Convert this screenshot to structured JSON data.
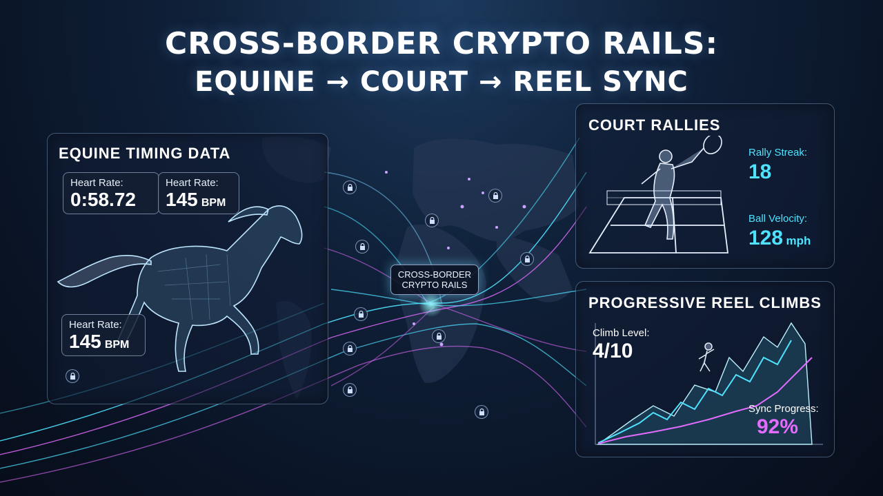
{
  "title": {
    "line1": "CROSS-BORDER CRYPTO RAILS:",
    "line2": "EQUINE → COURT → REEL SYNC"
  },
  "equine": {
    "title": "EQUINE TIMING DATA",
    "chips": [
      {
        "label": "Heart Rate:",
        "value": "0:58.72",
        "unit": ""
      },
      {
        "label": "Heart Rate:",
        "value": "145",
        "unit": "BPM"
      },
      {
        "label": "Heart Rate:",
        "value": "145",
        "unit": "BPM"
      }
    ],
    "icon": "galloping-horse-wireframe"
  },
  "hub": {
    "line1": "CROSS-BORDER",
    "line2": "CRYPTO RAILS"
  },
  "court": {
    "title": "COURT RALLIES",
    "rally_label": "Rally Streak:",
    "rally_value": "18",
    "velocity_label": "Ball Velocity:",
    "velocity_value": "128",
    "velocity_unit": "mph",
    "icon": "tennis-player"
  },
  "reel": {
    "title": "PROGRESSIVE REEL CLIMBS",
    "level_label": "Climb Level:",
    "level_value": "4/10",
    "sync_label": "Sync Progress:",
    "sync_value": "92%",
    "icon": "mountain-climber"
  },
  "colors": {
    "cyan": "#4fe3ff",
    "magenta": "#e36cff",
    "panel_border": "#a0c8f0",
    "background": "#0a1426"
  }
}
